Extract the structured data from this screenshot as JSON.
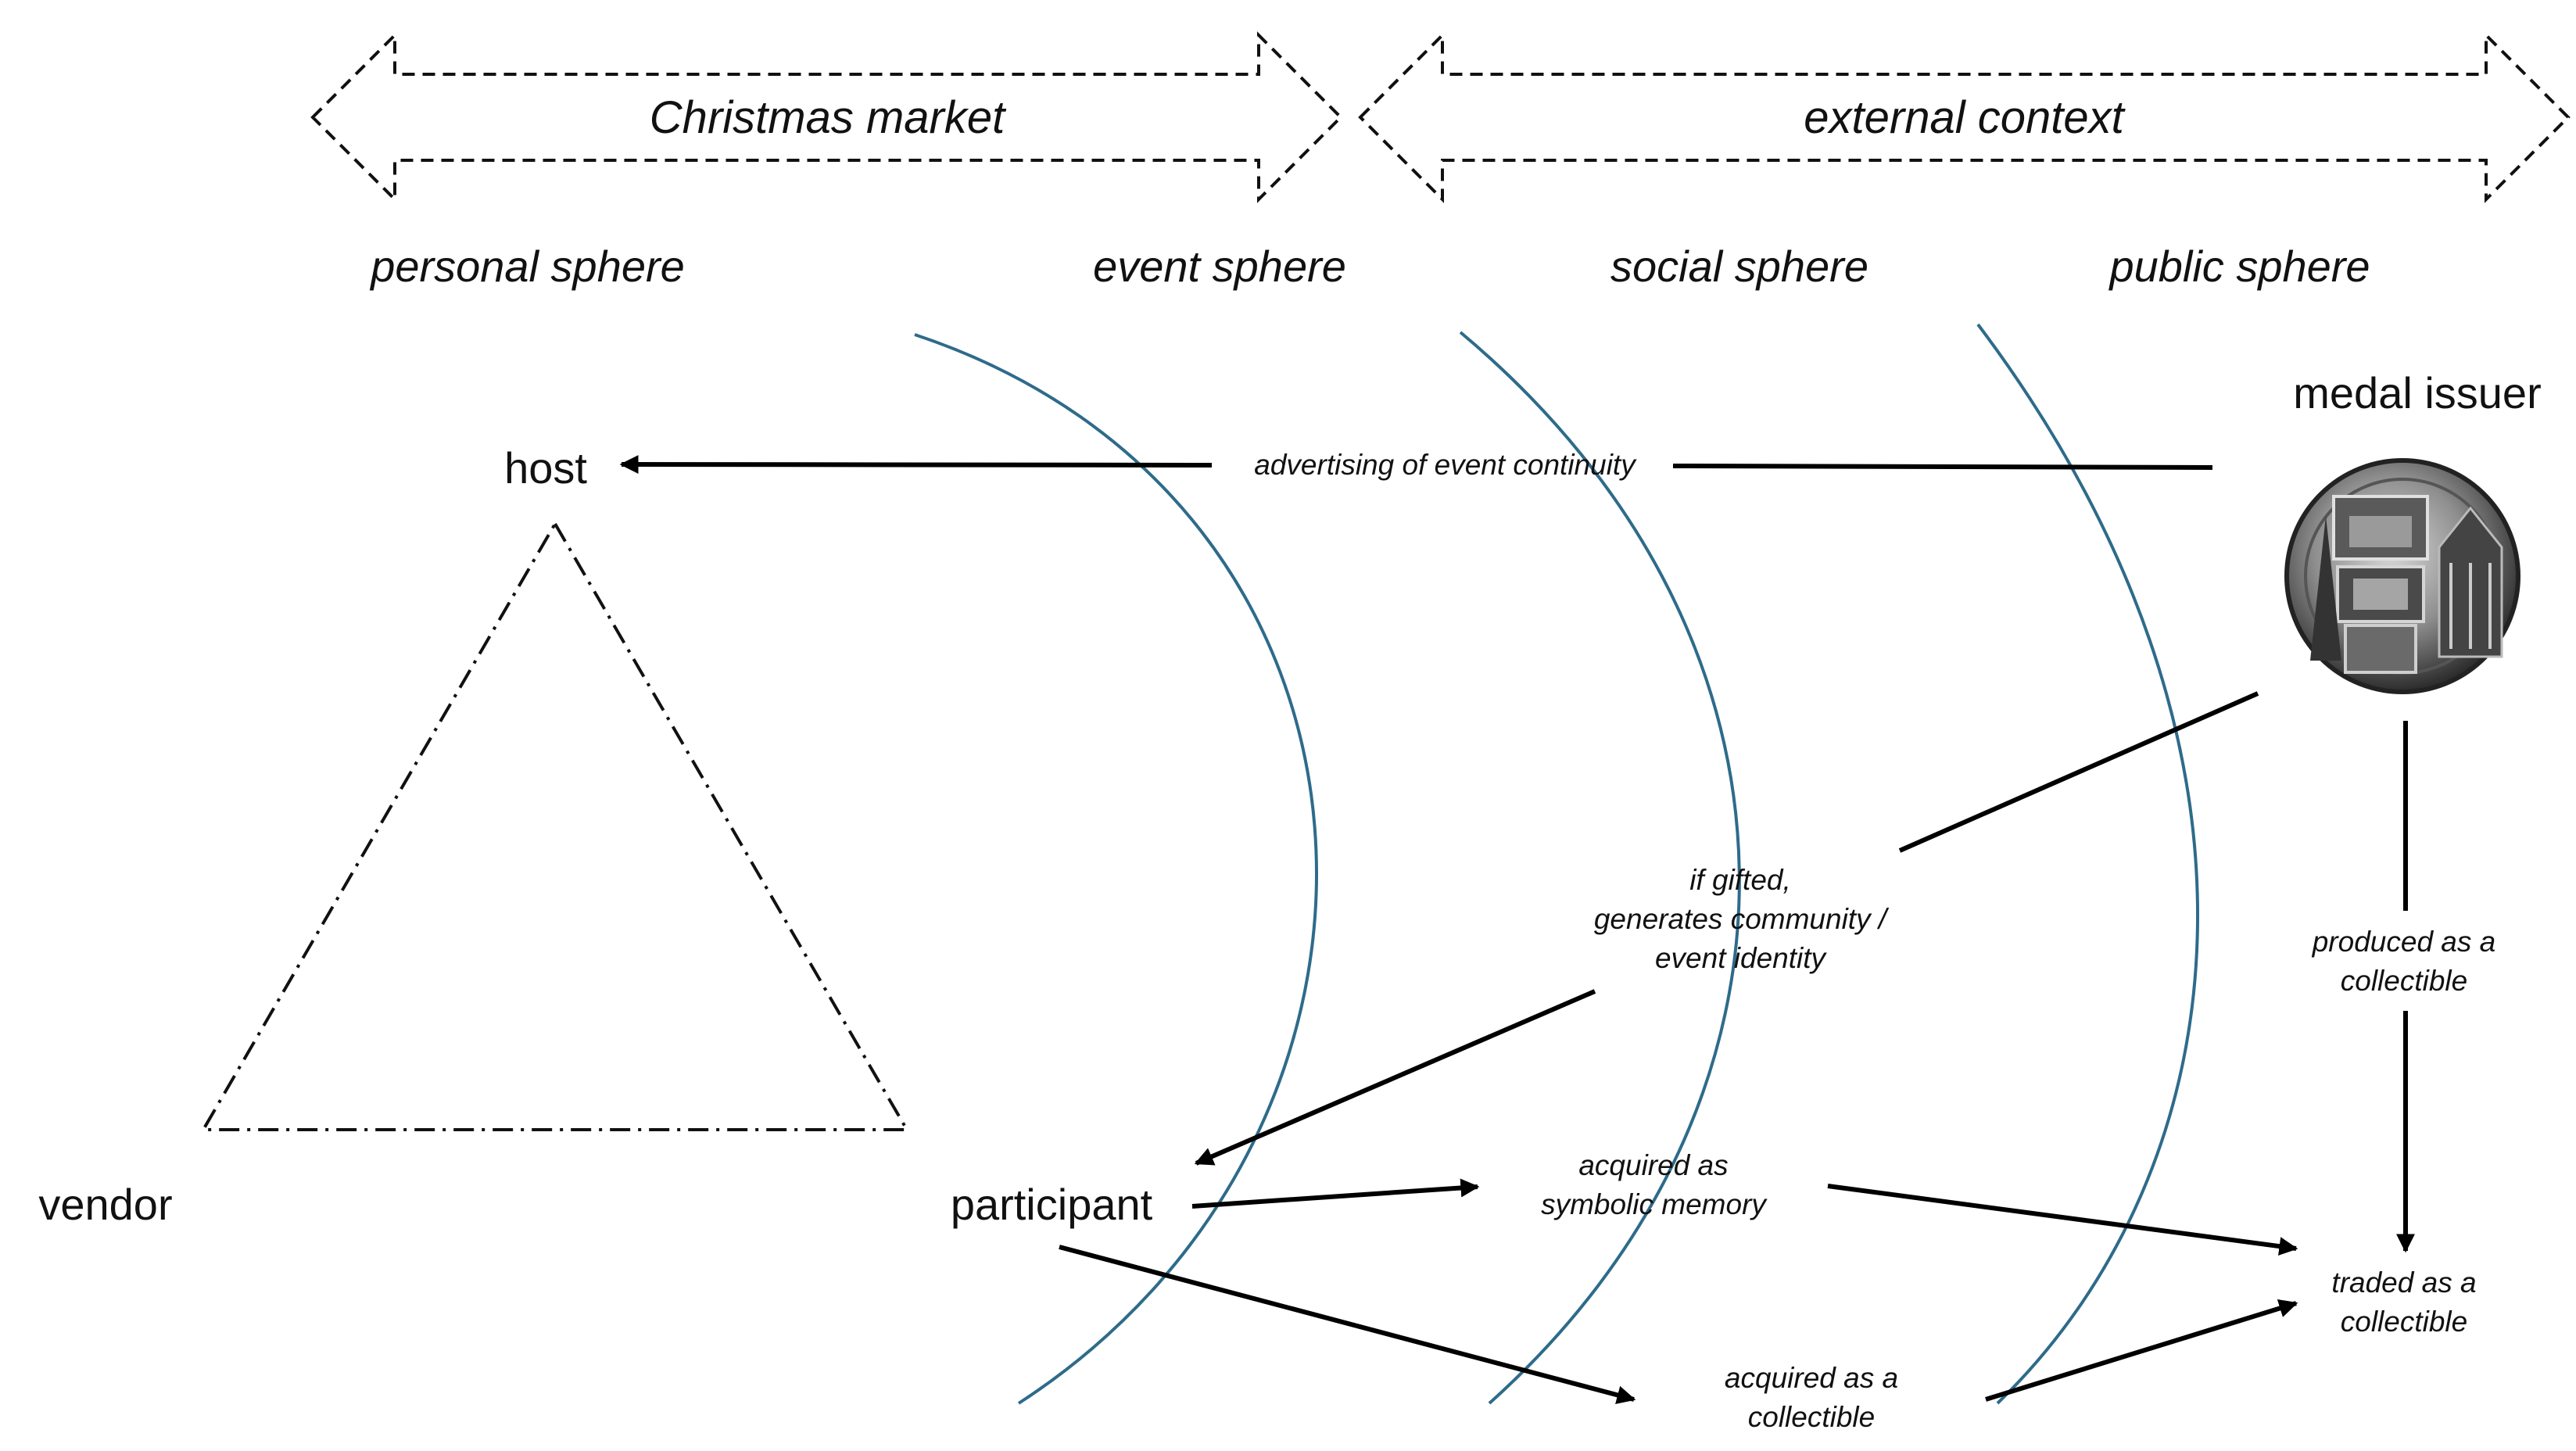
{
  "bands": {
    "christmas_market": "Christmas market",
    "external_context": "external context"
  },
  "spheres": {
    "personal": "personal sphere",
    "event": "event sphere",
    "social": "social sphere",
    "public": "public sphere"
  },
  "actors": {
    "host": "host",
    "vendor": "vendor",
    "participant": "participant",
    "medal_issuer": "medal issuer"
  },
  "flows": {
    "advertising": "advertising of event continuity",
    "gifted": [
      "if gifted,",
      "generates community /",
      "event identity"
    ],
    "symbolic": [
      "acquired as",
      "symbolic memory"
    ],
    "acquired_collectible": [
      "acquired as a",
      "collectible"
    ],
    "produced": [
      "produced as a",
      "collectible"
    ],
    "traded": [
      "traded as a",
      "collectible"
    ]
  },
  "colors": {
    "sphere_arc": "#2e6b8a",
    "arrow": "#000000",
    "outline": "#111111",
    "medal_dark": "#3b3b3b",
    "medal_light": "#b5b5b5"
  },
  "icons": {
    "medal": "medal-image"
  }
}
